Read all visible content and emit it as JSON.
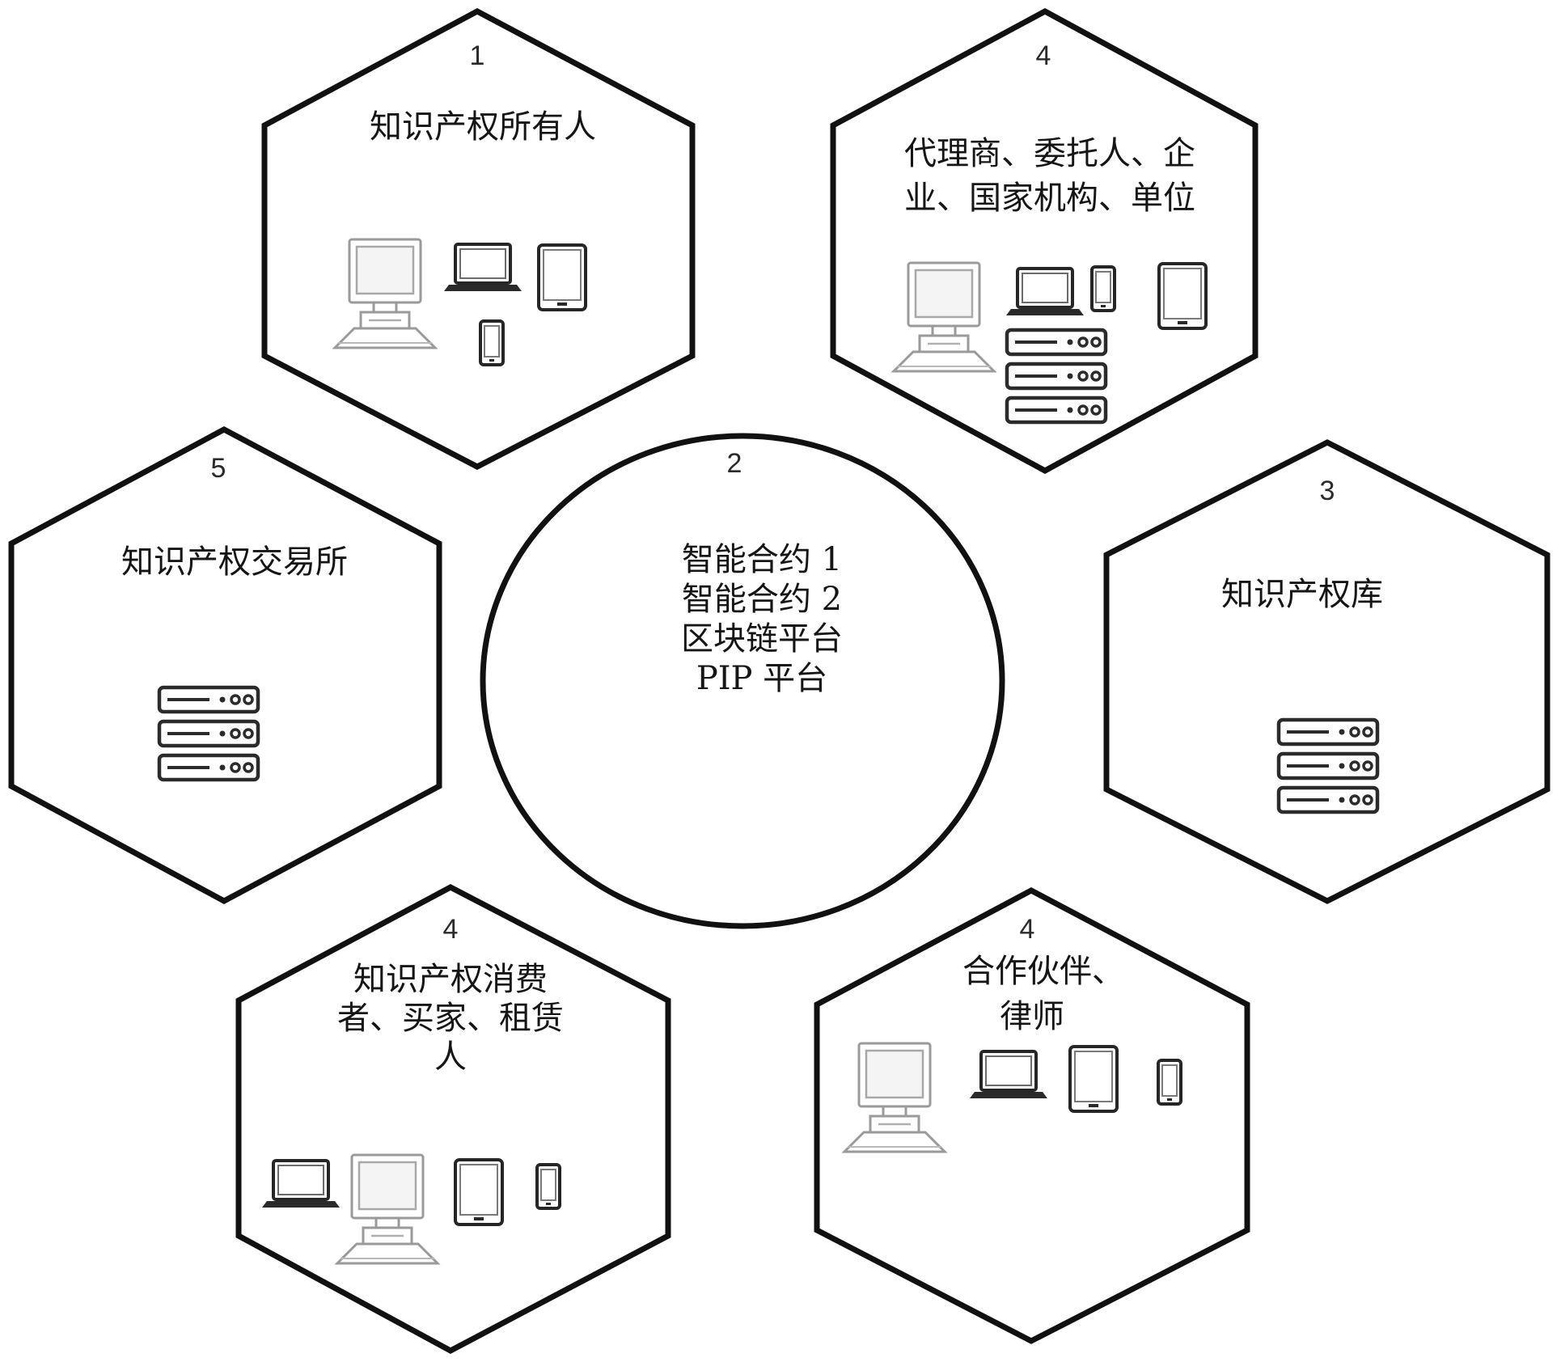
{
  "center": {
    "number": "2",
    "lines": [
      "智能合约 1",
      "智能合约 2",
      "区块链平台",
      "PIP 平台"
    ]
  },
  "nodes": [
    {
      "id": "owner",
      "number": "1",
      "lines": [
        "知识产权所有人"
      ],
      "devices": [
        "desktop-icon",
        "laptop-icon",
        "tablet-icon",
        "phone-icon"
      ]
    },
    {
      "id": "agents",
      "number": "4",
      "lines": [
        "代理商、委托人、企",
        "业、国家机构、单位"
      ],
      "devices": [
        "desktop-icon",
        "laptop-icon",
        "phone-icon",
        "tablet-icon",
        "server-rack-icon"
      ]
    },
    {
      "id": "exchange",
      "number": "5",
      "lines": [
        "知识产权交易所"
      ],
      "devices": [
        "server-rack-icon"
      ]
    },
    {
      "id": "repository",
      "number": "3",
      "lines": [
        "知识产权库"
      ],
      "devices": [
        "server-rack-icon"
      ]
    },
    {
      "id": "consumers",
      "number": "4",
      "lines": [
        "知识产权消费",
        "者、买家、租赁",
        "人"
      ],
      "devices": [
        "laptop-icon",
        "desktop-icon",
        "tablet-icon",
        "phone-icon"
      ]
    },
    {
      "id": "partners",
      "number": "4",
      "lines": [
        "合作伙伴、",
        "律师"
      ],
      "devices": [
        "desktop-icon",
        "laptop-icon",
        "tablet-icon",
        "phone-icon"
      ]
    }
  ],
  "colors": {
    "outline": "#111111",
    "background": "#ffffff",
    "device_light": "#9a9a9a",
    "device_dark": "#262626"
  }
}
